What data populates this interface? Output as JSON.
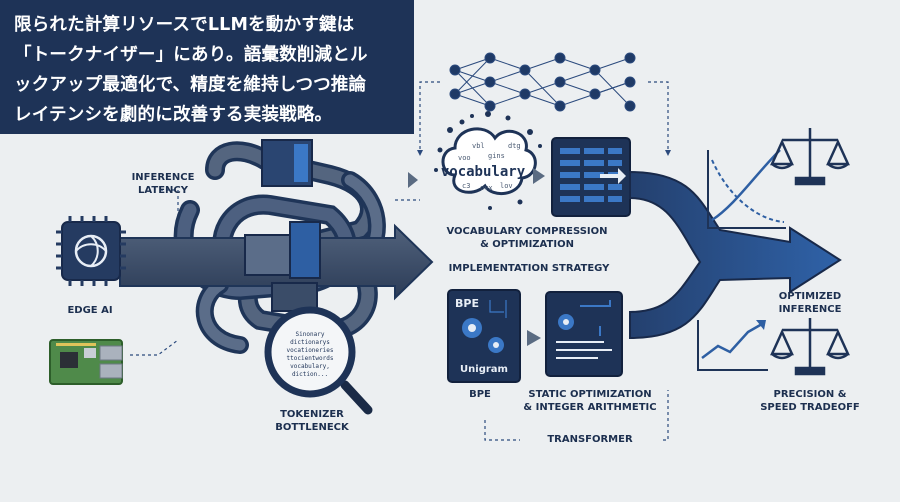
{
  "headline": {
    "line1": "限られた計算リソースでLLMを動かす鍵は",
    "line2": "「トークナイザー」にあり。語彙数削減とル",
    "line3": "ックアップ最適化で、精度を維持しつつ推論",
    "line4": "レイテンシを劇的に改善する実装戦略。"
  },
  "labels": {
    "inference_latency_1": "INFERENCE",
    "inference_latency_2": "LATENCY",
    "edge_ai": "EDGE AI",
    "tokenizer_1": "TOKENIZER",
    "tokenizer_2": "BOTTLENECK",
    "vocab_comp_1": "VOCABULARY COMPRESSION",
    "vocab_comp_2": "& OPTIMIZATION",
    "impl_strategy": "IMPLEMENTATION STRATEGY",
    "bpe": "BPE",
    "static_opt_1": "STATIC OPTIMIZATION",
    "static_opt_2": "& INTEGER ARITHMETIC",
    "transformer": "TRANSFORMER",
    "optimized_1": "OPTIMIZED",
    "optimized_2": "INFERENCE",
    "precision_1": "PRECISION &",
    "precision_2": "SPEED TRADEOFF"
  },
  "icon_text": {
    "vocabulary": "vocabulary",
    "cloud_words": [
      "vbl",
      "gins",
      "voo",
      "dtg",
      "c3",
      "ovx",
      "lov"
    ],
    "bpe_box": "BPE",
    "unigram": "Unigram",
    "magnifier_lines": [
      "Sinonary",
      "dictionarys",
      "vocationeries",
      "ttocientwords",
      "vocabulary,",
      "diction..."
    ]
  },
  "colors": {
    "navy": "#1e3357",
    "mid_blue": "#2e5fa3",
    "bright_blue": "#3b78c6",
    "light_bg": "#eceff1",
    "slate": "#5a6b82"
  }
}
